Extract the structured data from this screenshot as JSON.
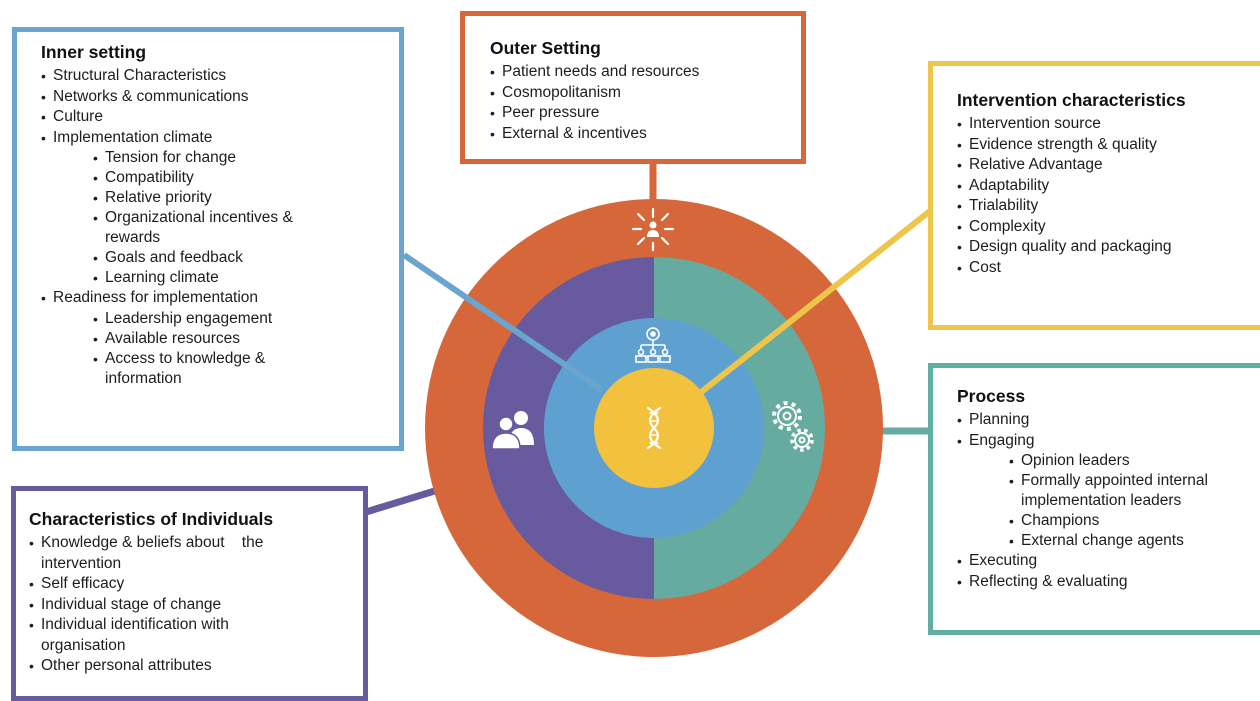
{
  "inner_setting": {
    "title": "Inner setting",
    "items": [
      "Structural Characteristics",
      "Networks & communications",
      "Culture",
      "Implementation climate",
      "Tension for change",
      "Compatibility",
      "Relative priority",
      "Organizational incentives & rewards",
      "Goals and feedback",
      "Learning climate",
      "Readiness for implementation",
      "Leadership engagement",
      "Available resources",
      "Access to knowledge & information"
    ]
  },
  "outer_setting": {
    "title": "Outer Setting",
    "items": [
      "Patient needs and resources",
      "Cosmopolitanism",
      "Peer pressure",
      "External & incentives"
    ]
  },
  "intervention_characteristics": {
    "title": "Intervention characteristics",
    "items": [
      "Intervention source",
      "Evidence strength & quality",
      "Relative Advantage",
      "Adaptability",
      "Trialability",
      "Complexity",
      "Design quality and packaging",
      "Cost"
    ]
  },
  "process": {
    "title": "Process",
    "items": [
      "Planning",
      "Engaging",
      "Opinion leaders",
      "Formally appointed internal implementation leaders",
      "Champions",
      "External change agents",
      "Executing",
      "Reflecting & evaluating"
    ]
  },
  "characteristics_of_individuals": {
    "title": "Characteristics of Individuals",
    "items": [
      "Knowledge & beliefs about    the intervention",
      "Self efficacy",
      "Individual stage of change",
      "Individual identification with organisation",
      "Other personal attributes"
    ]
  },
  "colors": {
    "outer_ring": "#d6673a",
    "left_half": "#685a9e",
    "right_half": "#65ab9f",
    "inner_circle": "#5ea1d1",
    "core": "#f2c23f",
    "inner_border": "#6aa5cf",
    "outer_border": "#d6673a",
    "intervention_border": "#eec54a",
    "process_border": "#5fb0a2",
    "individual_border": "#685a9e"
  },
  "icons": {
    "outer": "person-network-icon",
    "inner": "organization-chart-icon",
    "individuals": "people-icon",
    "process": "gears-icon",
    "intervention": "dna-icon"
  }
}
